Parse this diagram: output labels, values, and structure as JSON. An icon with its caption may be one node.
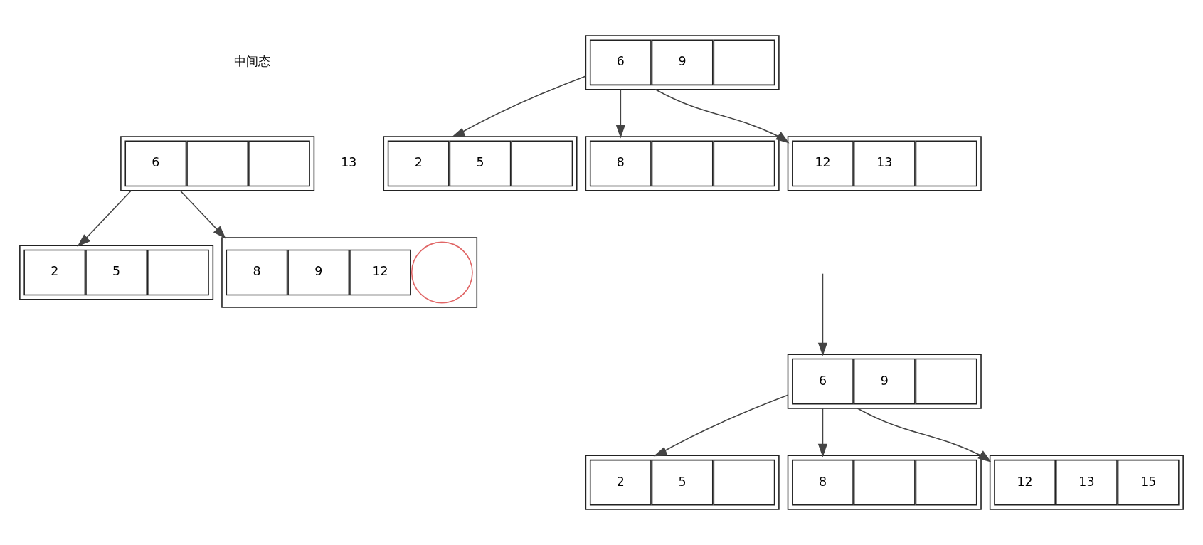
{
  "diagram": {
    "nodes": [
      {
        "text": [],
        "shape": "box"
      },
      {
        "text": [
          "6"
        ],
        "in": 0
      },
      {
        "text": [],
        "shape": "box",
        "in": 0
      },
      {
        "text": [],
        "shape": "box",
        "in": 0
      },
      {
        "text": [],
        "shape": "box"
      },
      {
        "text": [
          "2"
        ],
        "in": 4
      },
      {
        "text": [
          "5"
        ],
        "in": 4
      },
      {
        "text": [],
        "shape": "box",
        "in": 4
      },
      {
        "text": [],
        "shape": "box"
      },
      {
        "text": [
          "8"
        ],
        "in": 8
      },
      {
        "text": [
          "9"
        ],
        "in": 8
      },
      {
        "text": [
          "12"
        ],
        "in": 8
      },
      {
        "text": [],
        "shape": "circle",
        "in": 8
      },
      {
        "text": [],
        "shape": "box"
      },
      {
        "text": [
          "6"
        ],
        "in": 13
      },
      {
        "text": [
          "9"
        ],
        "in": 13
      },
      {
        "text": [],
        "shape": "box",
        "in": 13
      },
      {
        "text": [],
        "shape": "box"
      },
      {
        "text": [
          "2"
        ],
        "in": 17
      },
      {
        "text": [
          "5"
        ],
        "in": 17
      },
      {
        "text": [],
        "shape": "box",
        "in": 17
      },
      {
        "text": [],
        "shape": "box"
      },
      {
        "text": [
          "8"
        ],
        "in": 21
      },
      {
        "text": [],
        "shape": "box",
        "in": 21
      },
      {
        "text": [],
        "shape": "box",
        "in": 21
      },
      {
        "text": [],
        "shape": "box"
      },
      {
        "text": [
          "12"
        ],
        "in": 25
      },
      {
        "text": [
          "13"
        ],
        "in": 25
      },
      {
        "text": [],
        "shape": "box",
        "in": 25
      },
      {
        "text": [],
        "shape": "box"
      },
      {
        "text": [
          "6"
        ],
        "in": 29
      },
      {
        "text": [
          "9"
        ],
        "in": 29
      },
      {
        "text": [],
        "shape": "box",
        "in": 29
      },
      {
        "text": [],
        "shape": "box"
      },
      {
        "text": [
          "2"
        ],
        "in": 33
      },
      {
        "text": [
          "5"
        ],
        "in": 33
      },
      {
        "text": [],
        "shape": "box",
        "in": 33
      },
      {
        "text": [],
        "shape": "box"
      },
      {
        "text": [
          "8"
        ],
        "in": 37
      },
      {
        "text": [],
        "shape": "box",
        "in": 37
      },
      {
        "text": [],
        "shape": "box",
        "in": 37
      },
      {
        "text": [],
        "shape": "box"
      },
      {
        "text": [
          "12"
        ],
        "in": 41
      },
      {
        "text": [
          "13"
        ],
        "in": 41
      },
      {
        "text": [
          "15"
        ],
        "in": 41
      }
    ],
    "edges": [
      {
        "from": 0,
        "to": 4,
        "arrow": "to"
      },
      {
        "from": 0,
        "to": 8,
        "arrow": "to"
      },
      {
        "from": 13,
        "to": 17,
        "arrow": "to"
      },
      {
        "from": 13,
        "to": 21,
        "arrow": "to"
      },
      {
        "from": 13,
        "to": 25,
        "arrow": "to"
      },
      {
        "from": null,
        "to": 29,
        "arrow": "to"
      },
      {
        "from": 29,
        "to": 33,
        "arrow": "to"
      },
      {
        "from": 29,
        "to": 37,
        "arrow": "to"
      },
      {
        "from": 29,
        "to": 41,
        "arrow": "to"
      }
    ],
    "labels": [
      "中间态",
      "13"
    ]
  }
}
